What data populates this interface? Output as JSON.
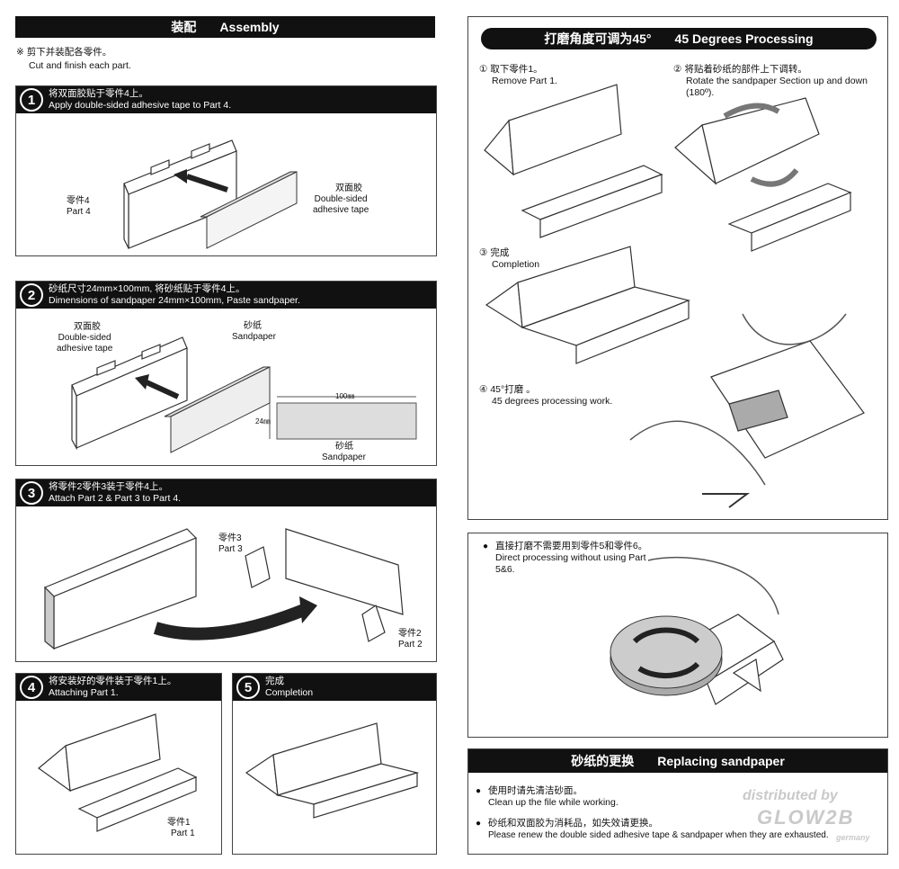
{
  "assembly": {
    "title_cn": "装配",
    "title_en": "Assembly",
    "intro_cn": "※ 剪下并装配各零件。",
    "intro_en": "Cut and finish each part."
  },
  "steps": [
    {
      "num": "1",
      "cn": "将双面胶贴于零件4上。",
      "en": "Apply double-sided adhesive tape to Part 4.",
      "labels": {
        "part4_cn": "零件4",
        "part4_en": "Part 4",
        "tape_cn": "双面胶",
        "tape_en": "Double-sided\nadhesive tape"
      }
    },
    {
      "num": "2",
      "cn": "砂纸尺寸24mm×100mm, 将砂纸贴于零件4上。",
      "en": "Dimensions of sandpaper 24mm×100mm, Paste sandpaper.",
      "labels": {
        "tape_cn": "双面胶",
        "tape_en": "Double-sided\nadhesive tape",
        "sand_cn": "砂纸",
        "sand_en": "Sandpaper",
        "dim_w": "100㎜",
        "dim_h": "24㎜",
        "sand2_cn": "砂纸",
        "sand2_en": "Sandpaper"
      }
    },
    {
      "num": "3",
      "cn": "将零件2零件3装于零件4上。",
      "en": "Attach Part 2 & Part 3 to Part 4.",
      "labels": {
        "part3_cn": "零件3",
        "part3_en": "Part 3",
        "part2_cn": "零件2",
        "part2_en": "Part 2"
      }
    },
    {
      "num": "4",
      "cn": "将安装好的零件装于零件1上。",
      "en": "Attaching Part 1.",
      "labels": {
        "part1_cn": "零件1",
        "part1_en": "Part 1"
      }
    },
    {
      "num": "5",
      "cn": "完成",
      "en": "Completion"
    }
  ],
  "processing": {
    "title_cn": "打磨角度可调为45°",
    "title_en": "45 Degrees Processing",
    "items": [
      {
        "marker": "①",
        "cn": "取下零件1。",
        "en": "Remove Part 1."
      },
      {
        "marker": "②",
        "cn": "将贴着砂纸的部件上下调转。",
        "en": "Rotate the sandpaper Section up and down (180º)."
      },
      {
        "marker": "③",
        "cn": "完成",
        "en": "Completion"
      },
      {
        "marker": "④",
        "cn": "45°打磨 。",
        "en": "45 degrees processing work."
      }
    ]
  },
  "direct": {
    "cn": "直接打磨不需要用到零件5和零件6。",
    "en": "Direct processing without using Part 5&6."
  },
  "replacing": {
    "title_cn": "砂纸的更换",
    "title_en": "Replacing sandpaper",
    "items": [
      {
        "cn": "使用时请先清洁砂面。",
        "en": "Clean up the file while working."
      },
      {
        "cn": "砂纸和双面胶为消耗品，如失效请更换。",
        "en": "Please renew the double sided adhesive tape & sandpaper when they are exhausted."
      }
    ]
  },
  "watermark": {
    "line1": "distributed by",
    "line2": "GLOW2B",
    "line3": "germany"
  }
}
